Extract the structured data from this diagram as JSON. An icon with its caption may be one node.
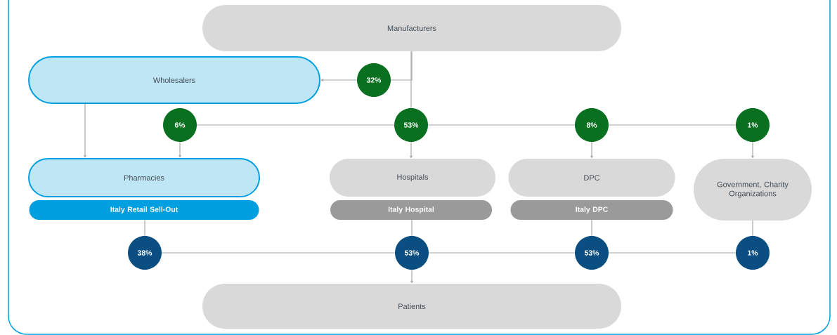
{
  "diagram": {
    "nodes": [
      {
        "text": [
          "Manufacturers"
        ]
      },
      {
        "text": [
          "Wholesalers"
        ]
      },
      {
        "text": [
          "32%"
        ]
      },
      {
        "text": [
          "6%"
        ]
      },
      {
        "text": [
          "53%"
        ]
      },
      {
        "text": [
          "8%"
        ]
      },
      {
        "text": [
          "1%"
        ]
      },
      {
        "text": [
          "Pharmacies"
        ]
      },
      {
        "text": [
          "Italy Retail Sell-Out"
        ]
      },
      {
        "text": [
          "Hospitals"
        ]
      },
      {
        "text": [
          "Italy Hospital"
        ]
      },
      {
        "text": [
          "DPC"
        ]
      },
      {
        "text": [
          "Italy DPC"
        ]
      },
      {
        "text": [
          "Government, Charity Organizations"
        ]
      },
      {
        "text": [
          "38%"
        ]
      },
      {
        "text": [
          "53%"
        ]
      },
      {
        "text": [
          "53%"
        ]
      },
      {
        "text": [
          "1%"
        ]
      },
      {
        "text": [
          "Patients"
        ]
      }
    ],
    "edges": [
      {
        "from": 0,
        "to": 2,
        "arrow": "none"
      },
      {
        "from": 2,
        "to": 1,
        "arrow": "to"
      },
      {
        "from": 0,
        "to": 4,
        "arrow": "none"
      },
      {
        "from": 4,
        "to": 3,
        "arrow": "none"
      },
      {
        "from": 4,
        "to": 5,
        "arrow": "none"
      },
      {
        "from": 5,
        "to": 6,
        "arrow": "none"
      },
      {
        "from": 1,
        "to": 7,
        "arrow": "to"
      },
      {
        "from": 3,
        "to": 7,
        "arrow": "to"
      },
      {
        "from": 4,
        "to": 9,
        "arrow": "to"
      },
      {
        "from": 5,
        "to": 11,
        "arrow": "to"
      },
      {
        "from": 6,
        "to": 13,
        "arrow": "to"
      },
      {
        "from": 8,
        "to": 14,
        "arrow": "none"
      },
      {
        "from": 10,
        "to": 15,
        "arrow": "none"
      },
      {
        "from": 12,
        "to": 16,
        "arrow": "none"
      },
      {
        "from": 13,
        "to": 17,
        "arrow": "none"
      },
      {
        "from": 14,
        "to": 15,
        "arrow": "none"
      },
      {
        "from": 15,
        "to": 16,
        "arrow": "none"
      },
      {
        "from": 16,
        "to": 17,
        "arrow": "none"
      },
      {
        "from": 15,
        "to": 18,
        "arrow": "to"
      }
    ]
  }
}
